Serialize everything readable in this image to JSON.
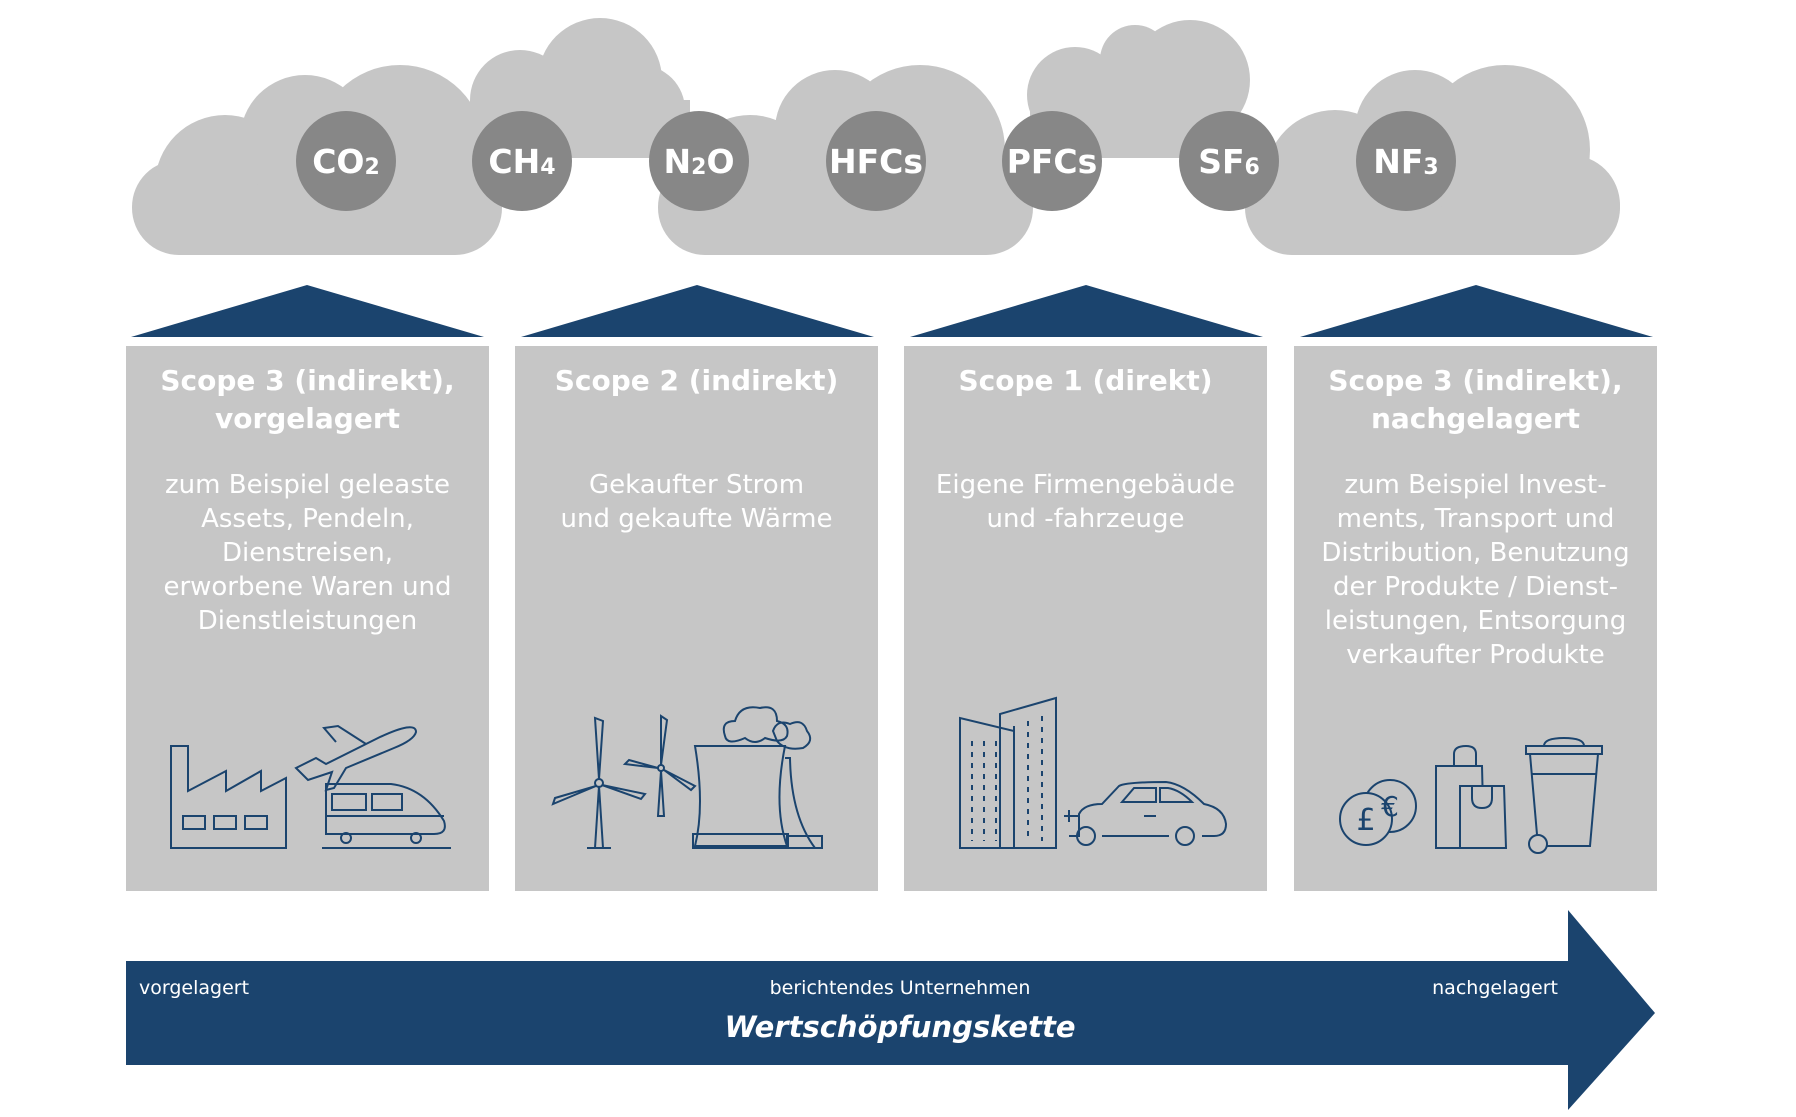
{
  "gases": [
    {
      "id": "co2",
      "base": "CO",
      "sub": "2"
    },
    {
      "id": "ch4",
      "base": "CH",
      "sub": "4"
    },
    {
      "id": "n2o",
      "base": "N",
      "sub": "2",
      "tail": "O"
    },
    {
      "id": "hfcs",
      "base": "HFCs",
      "sub": ""
    },
    {
      "id": "pfcs",
      "base": "PFCs",
      "sub": ""
    },
    {
      "id": "sf6",
      "base": "SF",
      "sub": "6"
    },
    {
      "id": "nf3",
      "base": "NF",
      "sub": "3"
    }
  ],
  "scopes": [
    {
      "title": "Scope 3 (indirekt),\nvorgelagert",
      "description": "zum Beispiel geleaste\nAssets, Pendeln,\nDienstreisen,\nerworbene Waren und\nDienstleistungen",
      "icons": [
        "factory-icon",
        "airplane-icon",
        "train-icon"
      ]
    },
    {
      "title": "Scope 2 (indirekt)",
      "description": "Gekaufter Strom\nund gekaufte Wärme",
      "icons": [
        "wind-turbine-icon",
        "power-plant-icon"
      ]
    },
    {
      "title": "Scope 1 (direkt)",
      "description": "Eigene Firmengebäude\nund -fahrzeuge",
      "icons": [
        "office-building-icon",
        "electric-car-icon"
      ]
    },
    {
      "title": "Scope 3 (indirekt),\nnachgelagert",
      "description": "zum Beispiel Invest-\nments, Transport und\nDistribution, Benutzung\nder Produkte / Dienst-\nleistungen, Entsorgung\nverkaufter Produkte",
      "icons": [
        "coins-icon",
        "shopping-bag-icon",
        "trash-bin-icon"
      ]
    }
  ],
  "value_chain": {
    "left_label": "vorgelagert",
    "center_label": "berichtendes Unternehmen",
    "right_label": "nachgelagert",
    "title": "Wertschöpfungskette"
  },
  "colors": {
    "navy": "#1b446e",
    "panel_gray": "#c6c6c6",
    "cloud_gray": "#c6c6c6",
    "gas_circle": "#878787",
    "icon_stroke": "#1b446e"
  }
}
